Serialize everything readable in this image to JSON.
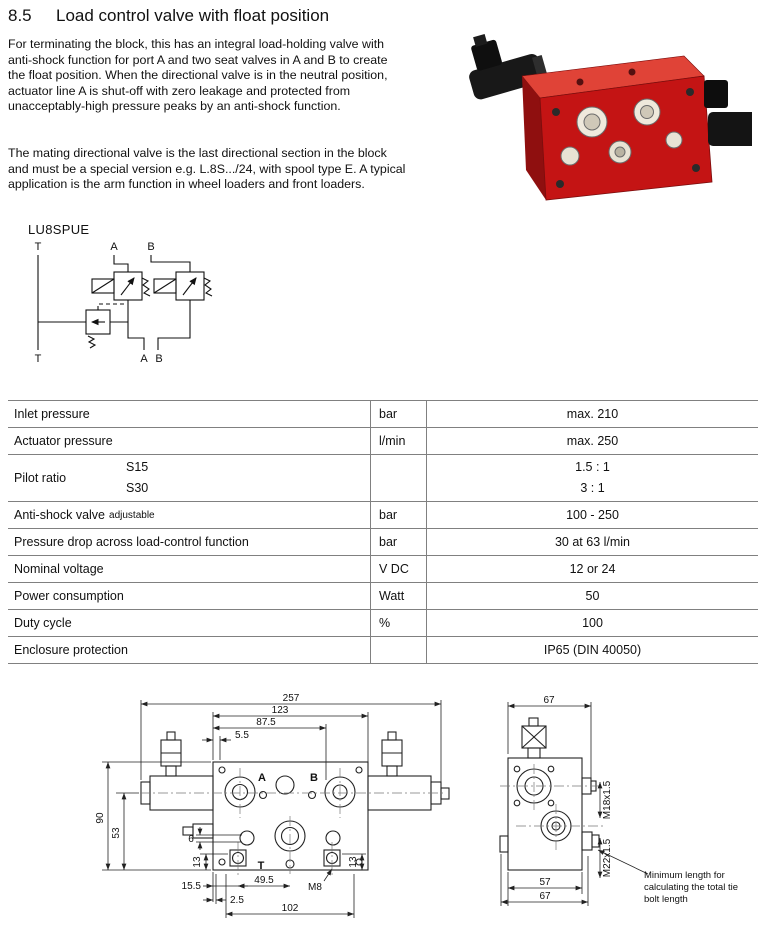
{
  "colors": {
    "valve_red": "#c41414"
  },
  "heading": {
    "number": "8.5",
    "title": "Load control valve with float position"
  },
  "intro": {
    "para1": "For terminating the block, this has an integral load-holding valve with anti-shock function for port A and two seat valves in A and B to create the float position. When the directional valve is in the neutral position, actuator line A is shut-off with zero leakage and protected from unacceptably-high pressure peaks by an anti-shock function.",
    "para2": "The mating directional valve is the last directional section in the block and must be a special version e.g. L.8S.../24, with spool type E. A typical application is the arm function in wheel loaders and front loaders."
  },
  "schematic": {
    "model": "LU8SPUE",
    "top_ports": {
      "t": "T",
      "a": "A",
      "b": "B"
    },
    "bottom_ports": {
      "t": "T",
      "a": "A",
      "b": "B"
    }
  },
  "table": {
    "rows": [
      {
        "param": "Inlet pressure",
        "unit": "bar",
        "value": "max. 210"
      },
      {
        "param": "Actuator pressure",
        "unit": "l/min",
        "value": "max. 250"
      },
      {
        "param": "Pilot ratio",
        "sub1": "S15",
        "sub2": "S30",
        "unit": "",
        "value1": "1.5 : 1",
        "value2": "3 : 1"
      },
      {
        "param": "Anti-shock valve",
        "param_small": "adjustable",
        "unit": "bar",
        "value": "100 - 250"
      },
      {
        "param": "Pressure drop across load-control function",
        "unit": "bar",
        "value": "30 at 63 l/min"
      },
      {
        "param": "Nominal voltage",
        "unit": "V DC",
        "value": "12 or 24"
      },
      {
        "param": "Power consumption",
        "unit": "Watt",
        "value": "50"
      },
      {
        "param": "Duty cycle",
        "unit": "%",
        "value": "100"
      },
      {
        "param": "Enclosure protection",
        "unit": "",
        "value": "IP65 (DIN 40050)"
      }
    ]
  },
  "drawing": {
    "front": {
      "dim_257": "257",
      "dim_123": "123",
      "dim_87_5": "87.5",
      "dim_5_5": "5.5",
      "dim_90": "90",
      "dim_53": "53",
      "dim_6": "6",
      "dim_13_left": "13",
      "dim_13_right": "13",
      "dim_15_5": "15.5",
      "dim_49_5": "49.5",
      "dim_2_5": "2.5",
      "dim_102": "102",
      "thread_m8": "M8",
      "port_a": "A",
      "port_b": "B",
      "port_t": "T"
    },
    "side": {
      "dim_67_top": "67",
      "dim_57": "57",
      "dim_67_bottom": "67",
      "thread_m18": "M18x1.5",
      "thread_m22": "M22x1.5",
      "note": "Minimum length for calculating the total tie bolt length"
    }
  }
}
